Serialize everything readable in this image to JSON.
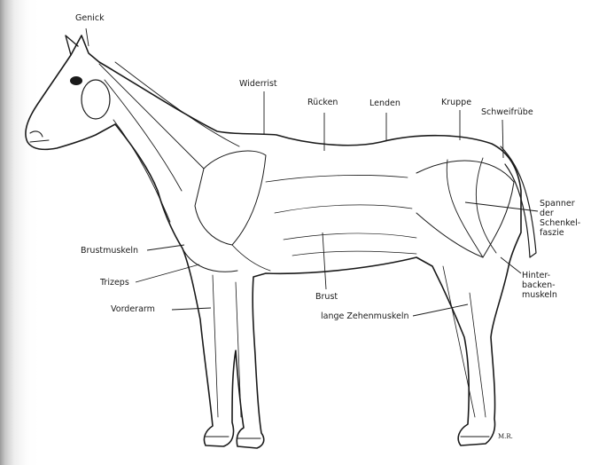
{
  "labels": {
    "genick": "Genick",
    "widerrist": "Widerrist",
    "ruecken": "Rücken",
    "lenden": "Lenden",
    "kruppe": "Kruppe",
    "schweifruebe": "Schweifrübe",
    "spanner": "Spanner\nder\nSchenkel-\nfaszie",
    "brustmuskeln": "Brustmuskeln",
    "trizeps": "Trizeps",
    "vorderarm": "Vorderarm",
    "brust": "Brust",
    "lange_zehenmuskeln": "lange Zehenmuskeln",
    "hinterbackenmuskeln": "Hinter-\nbacken-\nmuskeln"
  },
  "signature": "M.R.",
  "colors": {
    "ink": "#1a1a1a",
    "paper": "#ffffff",
    "binding_shadow": "#9a9a9a"
  }
}
